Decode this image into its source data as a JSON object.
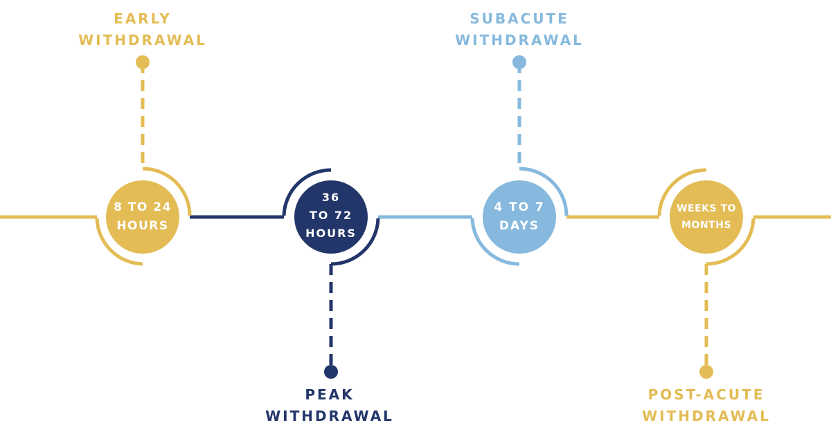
{
  "colors": {
    "gold": "#E3BC55",
    "navy": "#23366A",
    "light_blue": "#86B9DD",
    "white": "#FFFFFF"
  },
  "stages": [
    {
      "name_lines": [
        "EARLY",
        "WITHDRAWAL"
      ],
      "time_lines": [
        "8 TO 24",
        "HOURS"
      ],
      "color": "#E3BC55"
    },
    {
      "name_lines": [
        "PEAK",
        "WITHDRAWAL"
      ],
      "time_lines": [
        "36",
        "TO 72",
        "HOURS"
      ],
      "color": "#23366A"
    },
    {
      "name_lines": [
        "SUBACUTE",
        "WITHDRAWAL"
      ],
      "time_lines": [
        "4 TO 7",
        "DAYS"
      ],
      "color": "#86B9DD"
    },
    {
      "name_lines": [
        "POST-ACUTE",
        "WITHDRAWAL"
      ],
      "time_lines": [
        "WEEKS TO",
        "MONTHS"
      ],
      "color": "#E3BC55"
    }
  ]
}
